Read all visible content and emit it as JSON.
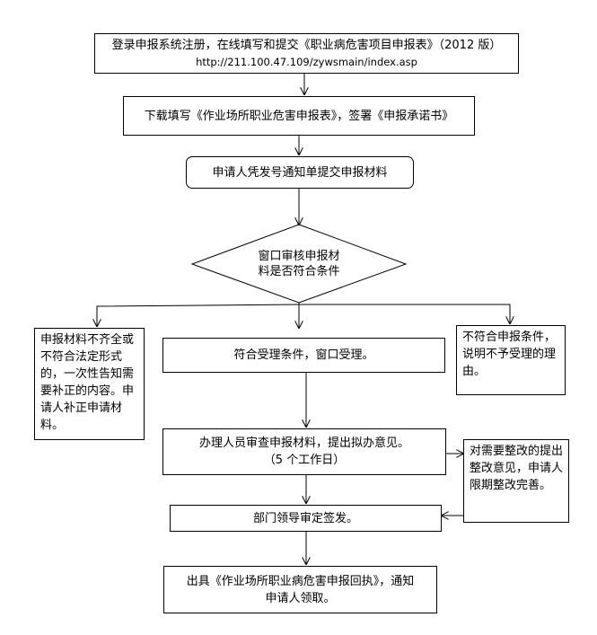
{
  "flow": {
    "step1": {
      "line1": "登录申报系统注册，在线填写和提交《职业病危害项目申报表》（2012 版）",
      "line2": "http://211.100.47.109/zywsmain/index.asp"
    },
    "step2": "下载填写《作业场所职业危害申报表》，签署《申报承诺书》",
    "step3": "申请人凭发号通知单提交申报材料",
    "decision": {
      "line1": "窗口审核申报材",
      "line2": "料是否符合条件"
    },
    "left_branch": "申报材料不齐全或不符合法定形式的，一次性告知需要补正的内容。申请人补正申请材料。",
    "center_branch": "符合受理条件，窗口受理。",
    "right_branch": "不符合申报条件，说明不予受理的理由。",
    "review": {
      "line1": "办理人员审查申报材料，提出拟办意见。",
      "line2": "（5 个工作日）"
    },
    "rectify": "对需要整改的提出整改意见，申请人限期整改完善。",
    "approval": "部门领导审定签发。",
    "final": {
      "line1": "出具《作业场所职业病危害申报回执》，通知",
      "line2": "申请人领取。"
    }
  }
}
